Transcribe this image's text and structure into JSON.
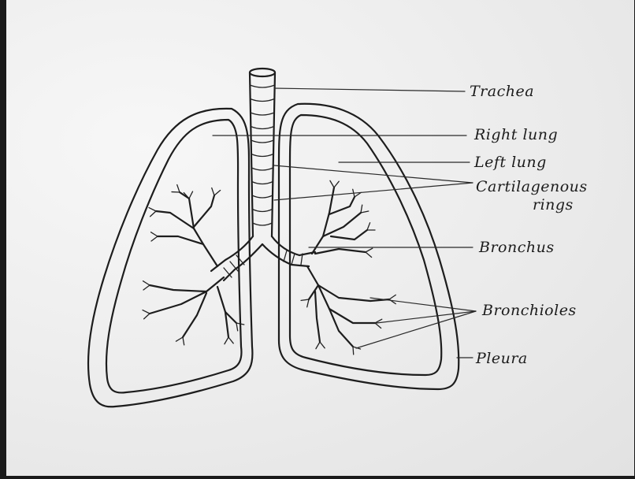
{
  "labels": {
    "trachea": "Trachea",
    "right_lung": "Right lung",
    "left_lung": "Left lung",
    "cartilagenous_line1": "Cartilagenous",
    "cartilagenous_line2": "rings",
    "bronchus": "Bronchus",
    "bronchioles": "Bronchioles",
    "pleura": "Pleura"
  },
  "colors": {
    "paper": "#ececec",
    "ink": "#1d1d1d",
    "frame": "#1a1a1a"
  }
}
